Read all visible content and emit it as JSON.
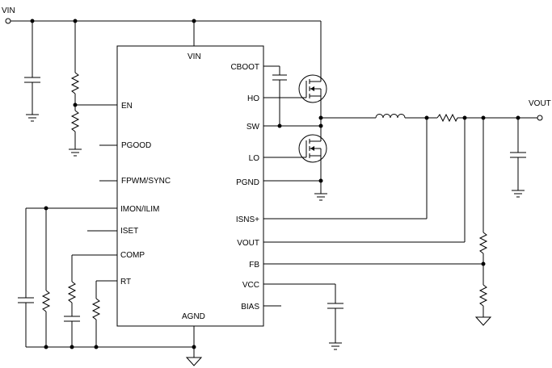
{
  "chip": {
    "top_pin": "VIN",
    "bottom_pin": "AGND",
    "left_pins": [
      "EN",
      "PGOOD",
      "FPWM/SYNC",
      "IMON/ILIM",
      "ISET",
      "COMP",
      "RT"
    ],
    "right_pins": [
      "CBOOT",
      "HO",
      "SW",
      "LO",
      "PGND",
      "ISNS+",
      "VOUT",
      "FB",
      "VCC",
      "BIAS"
    ]
  },
  "nets": {
    "vin": "VIN",
    "vout": "VOUT"
  }
}
